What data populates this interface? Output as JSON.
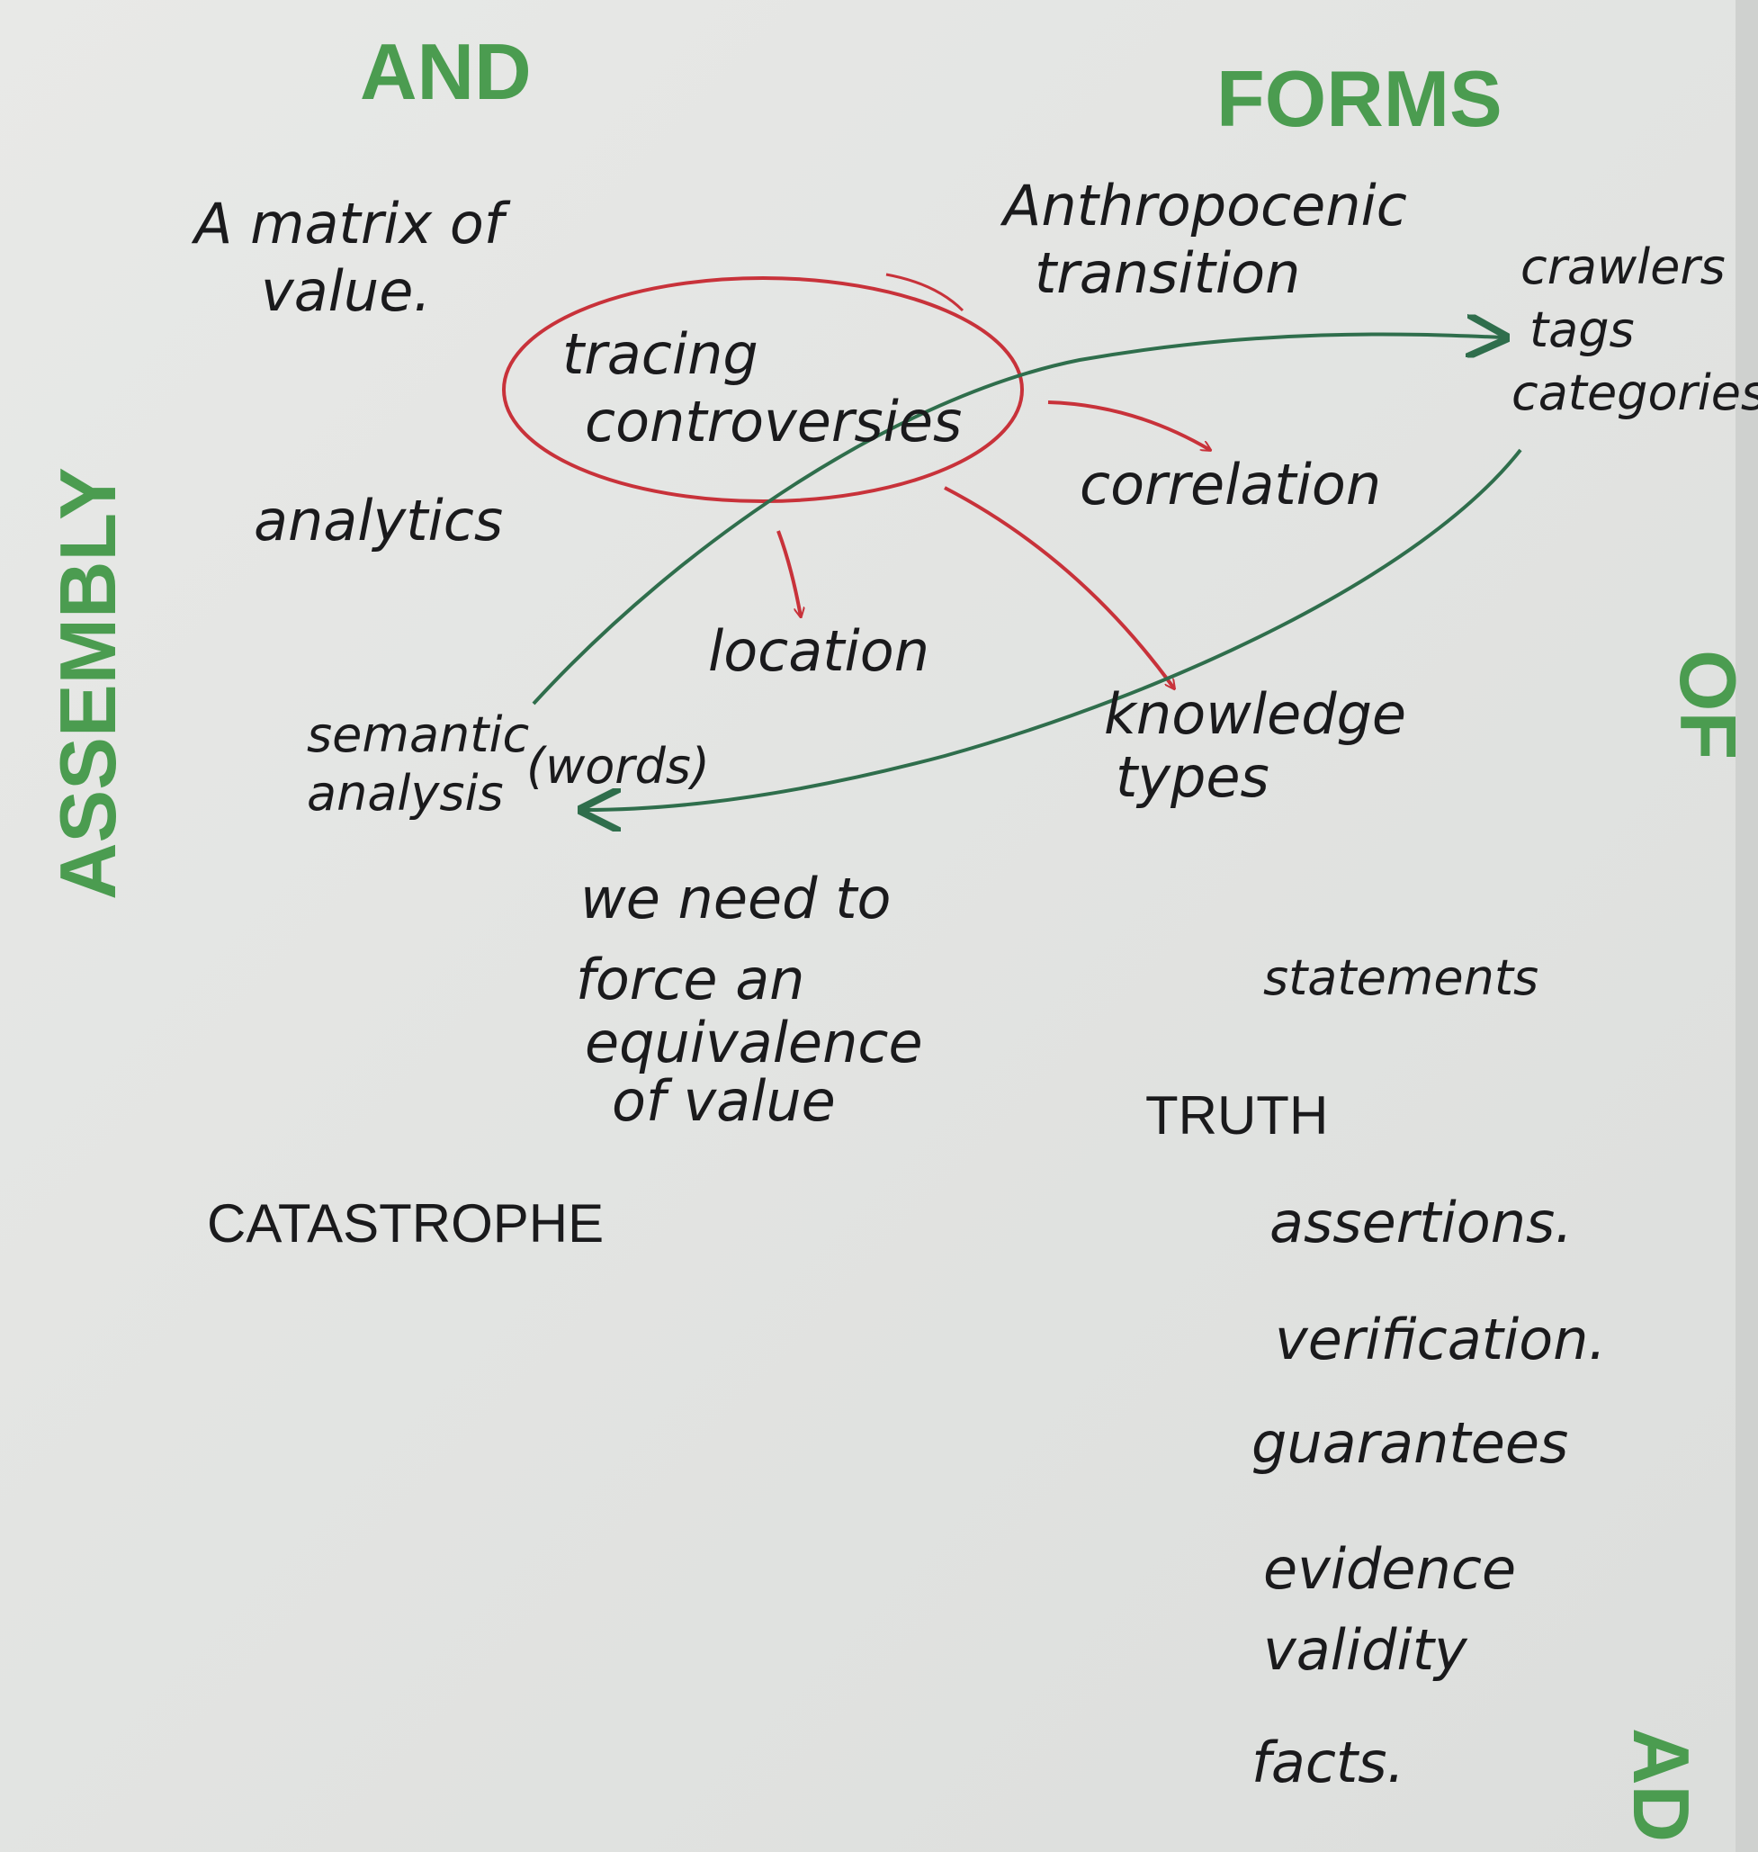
{
  "headings": {
    "and": "AND",
    "forms": "FORMS",
    "assembly": "ASSEMBLY",
    "of": "OF",
    "ad": "AD"
  },
  "notes": {
    "matrix_line1": "A matrix of",
    "matrix_line2": "value.",
    "anthropo_line1": "Anthropocenic",
    "anthropo_line2": "transition",
    "crawlers": "crawlers",
    "tags": "tags",
    "categories": "categories",
    "tracing_line1": "tracing",
    "tracing_line2": "controversies",
    "correlation": "correlation",
    "analytics": "analytics",
    "location": "location",
    "semantic_line1": "semantic",
    "semantic_line2": "analysis",
    "words": "(words)",
    "knowledge_line1": "knowledge",
    "knowledge_line2": "types",
    "need_line1": "we need to",
    "need_line2": "force an",
    "need_line3": "equivalence",
    "need_line4": "of value",
    "catastrophe": "CATASTROPHE",
    "statements": "statements",
    "truth": "TRUTH",
    "assertions": "assertions.",
    "verification": "verification.",
    "guarantees": "guarantees",
    "evidence": "evidence",
    "validity": "validity",
    "facts": "facts."
  },
  "colors": {
    "ink": "#1a1a1c",
    "red_ink": "#c8323a",
    "green_ink": "#2f6e4c",
    "stamp_green": "#4b9c50",
    "paper": "#e4e5e3"
  }
}
